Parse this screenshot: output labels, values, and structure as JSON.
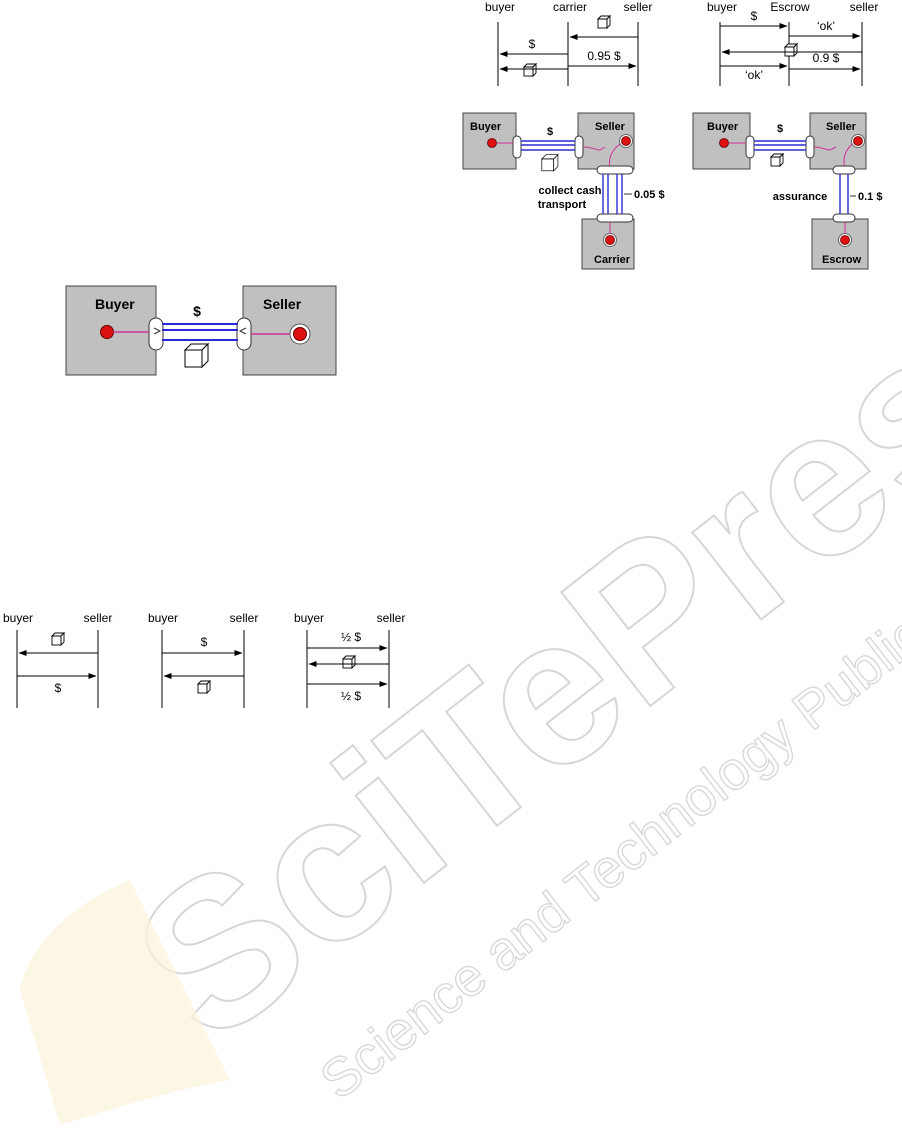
{
  "watermark": {
    "brand": "SciTePress",
    "tagline": "Science and Technology Publications"
  },
  "sequence_carrier": {
    "parties": [
      "buyer",
      "carrier",
      "seller"
    ],
    "messages": [
      "$",
      "0.95 $"
    ]
  },
  "sequence_escrow": {
    "parties": [
      "buyer",
      "Escrow",
      "seller"
    ],
    "messages": [
      "$",
      "‘ok’",
      "‘ok’",
      "0.9 $"
    ]
  },
  "model_carrier": {
    "actors": [
      "Buyer",
      "Seller",
      "Carrier"
    ],
    "value_label": "$",
    "service_label_1": "collect cash",
    "service_label_2": "transport",
    "fee_label": "0.05 $"
  },
  "model_escrow": {
    "actors": [
      "Buyer",
      "Seller",
      "Escrow"
    ],
    "value_label": "$",
    "service_label": "assurance",
    "fee_label": "0.1 $"
  },
  "model_basic": {
    "actors": [
      "Buyer",
      "Seller"
    ],
    "value_label": "$"
  },
  "sequences_basic": [
    {
      "parties": [
        "buyer",
        "seller"
      ],
      "messages": [
        "$"
      ]
    },
    {
      "parties": [
        "buyer",
        "seller"
      ],
      "messages": [
        "$"
      ]
    },
    {
      "parties": [
        "buyer",
        "seller"
      ],
      "messages": [
        "½ $",
        "½ $"
      ]
    }
  ],
  "colors": {
    "actor_fill": "#c0c0c0",
    "exchange_blue": "#2b2bd6",
    "link_pink": "#cc3399",
    "start_red": "#dd1111"
  }
}
